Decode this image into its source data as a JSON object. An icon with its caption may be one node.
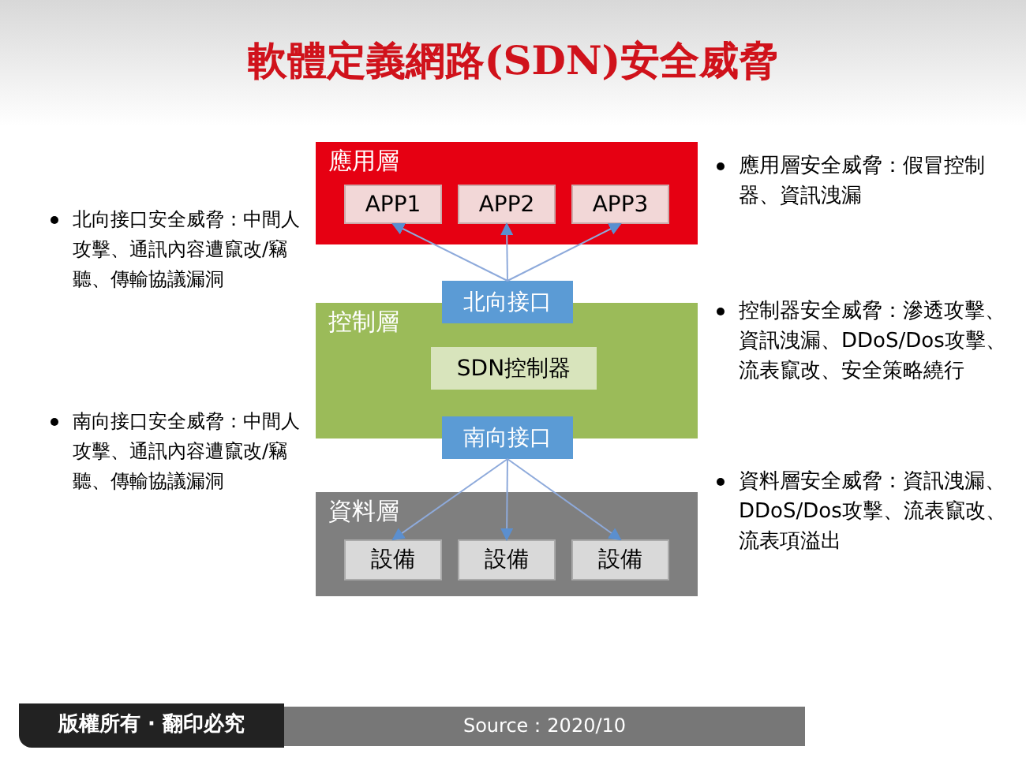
{
  "diagram": {
    "title": "軟體定義網路(SDN)安全威脅",
    "nodes": [
      {
        "text": [
          "應用層"
        ]
      },
      {
        "text": [
          "APP1"
        ],
        "in": 0
      },
      {
        "text": [
          "APP2"
        ],
        "in": 0
      },
      {
        "text": [
          "APP3"
        ],
        "in": 0
      },
      {
        "text": [
          "控制層"
        ]
      },
      {
        "text": [
          "北向接口"
        ]
      },
      {
        "text": [
          "SDN控制器"
        ],
        "in": 4
      },
      {
        "text": [
          "南向接口"
        ]
      },
      {
        "text": [
          "資料層"
        ]
      },
      {
        "text": [
          "設備"
        ],
        "in": 8
      },
      {
        "text": [
          "設備"
        ],
        "in": 8
      },
      {
        "text": [
          "設備"
        ],
        "in": 8
      }
    ],
    "edges": [
      {
        "from": 5,
        "to": 1,
        "arrow": "to"
      },
      {
        "from": 5,
        "to": 2,
        "arrow": "to"
      },
      {
        "from": 5,
        "to": 3,
        "arrow": "to"
      },
      {
        "from": 7,
        "to": 9,
        "arrow": "to"
      },
      {
        "from": 7,
        "to": 10,
        "arrow": "to"
      },
      {
        "from": 7,
        "to": 11,
        "arrow": "to"
      }
    ],
    "labels": [
      "北向接口安全威脅：中間人攻擊、通訊內容遭竄改/竊聽、傳輸協議漏洞",
      "應用層安全威脅：假冒控制器、資訊洩漏",
      "控制器安全威脅：滲透攻擊、資訊洩漏、DDoS/Dos攻擊、流表竄改、安全策略繞行",
      "南向接口安全威脅：中間人攻擊、通訊內容遭竄改/竊聽、傳輸協議漏洞",
      "資料層安全威脅：資訊洩漏、DDoS/Dos攻擊、流表竄改、流表項溢出",
      "版權所有 · 翻印必究",
      "Source：2020/10"
    ]
  }
}
